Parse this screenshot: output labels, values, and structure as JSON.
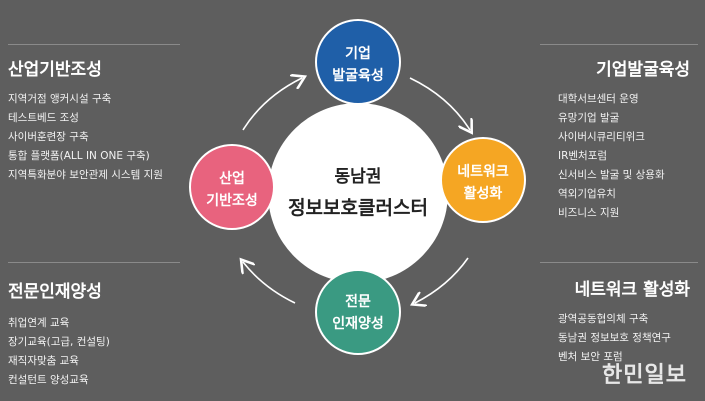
{
  "center": {
    "line1": "동남권",
    "line2": "정보보호클러스터"
  },
  "nodes": {
    "top": {
      "line1": "기업",
      "line2": "발굴육성",
      "color": "#1f5fa8"
    },
    "right": {
      "line1": "네트워크",
      "line2": "활성화",
      "color": "#f5a623"
    },
    "bottom": {
      "line1": "전문",
      "line2": "인재양성",
      "color": "#3a9a82"
    },
    "left": {
      "line1": "산업",
      "line2": "기반조성",
      "color": "#e8637e"
    }
  },
  "panels": {
    "left_top": {
      "title": "산업기반조성",
      "items": [
        "지역거점 앵커시설 구축",
        "테스트베드 조성",
        "사이버훈련장 구축",
        "통합 플랫폼(ALL IN ONE 구축)",
        "지역특화분야 보안관제 시스템  지원"
      ]
    },
    "left_bottom": {
      "title": "전문인재양성",
      "items": [
        "취업연계 교육",
        "장기교육(고급, 컨설팅)",
        "재직자맞춤 교육",
        "컨설턴트 양성교육"
      ]
    },
    "right_top": {
      "title": "기업발굴육성",
      "items": [
        "대학서브센터 운영",
        "유망기업 발굴",
        "사이버시큐리티위크",
        "IR벤처포럼",
        "신서비스 발굴 및 상용화",
        "역외기업유치",
        "비즈니스 지원"
      ]
    },
    "right_bottom": {
      "title": "네트워크 활성화",
      "items": [
        "광역공동협의체 구축",
        "동남권 정보보호 정책연구",
        "벤처 보안 포럼"
      ]
    }
  },
  "watermark": "한민일보"
}
